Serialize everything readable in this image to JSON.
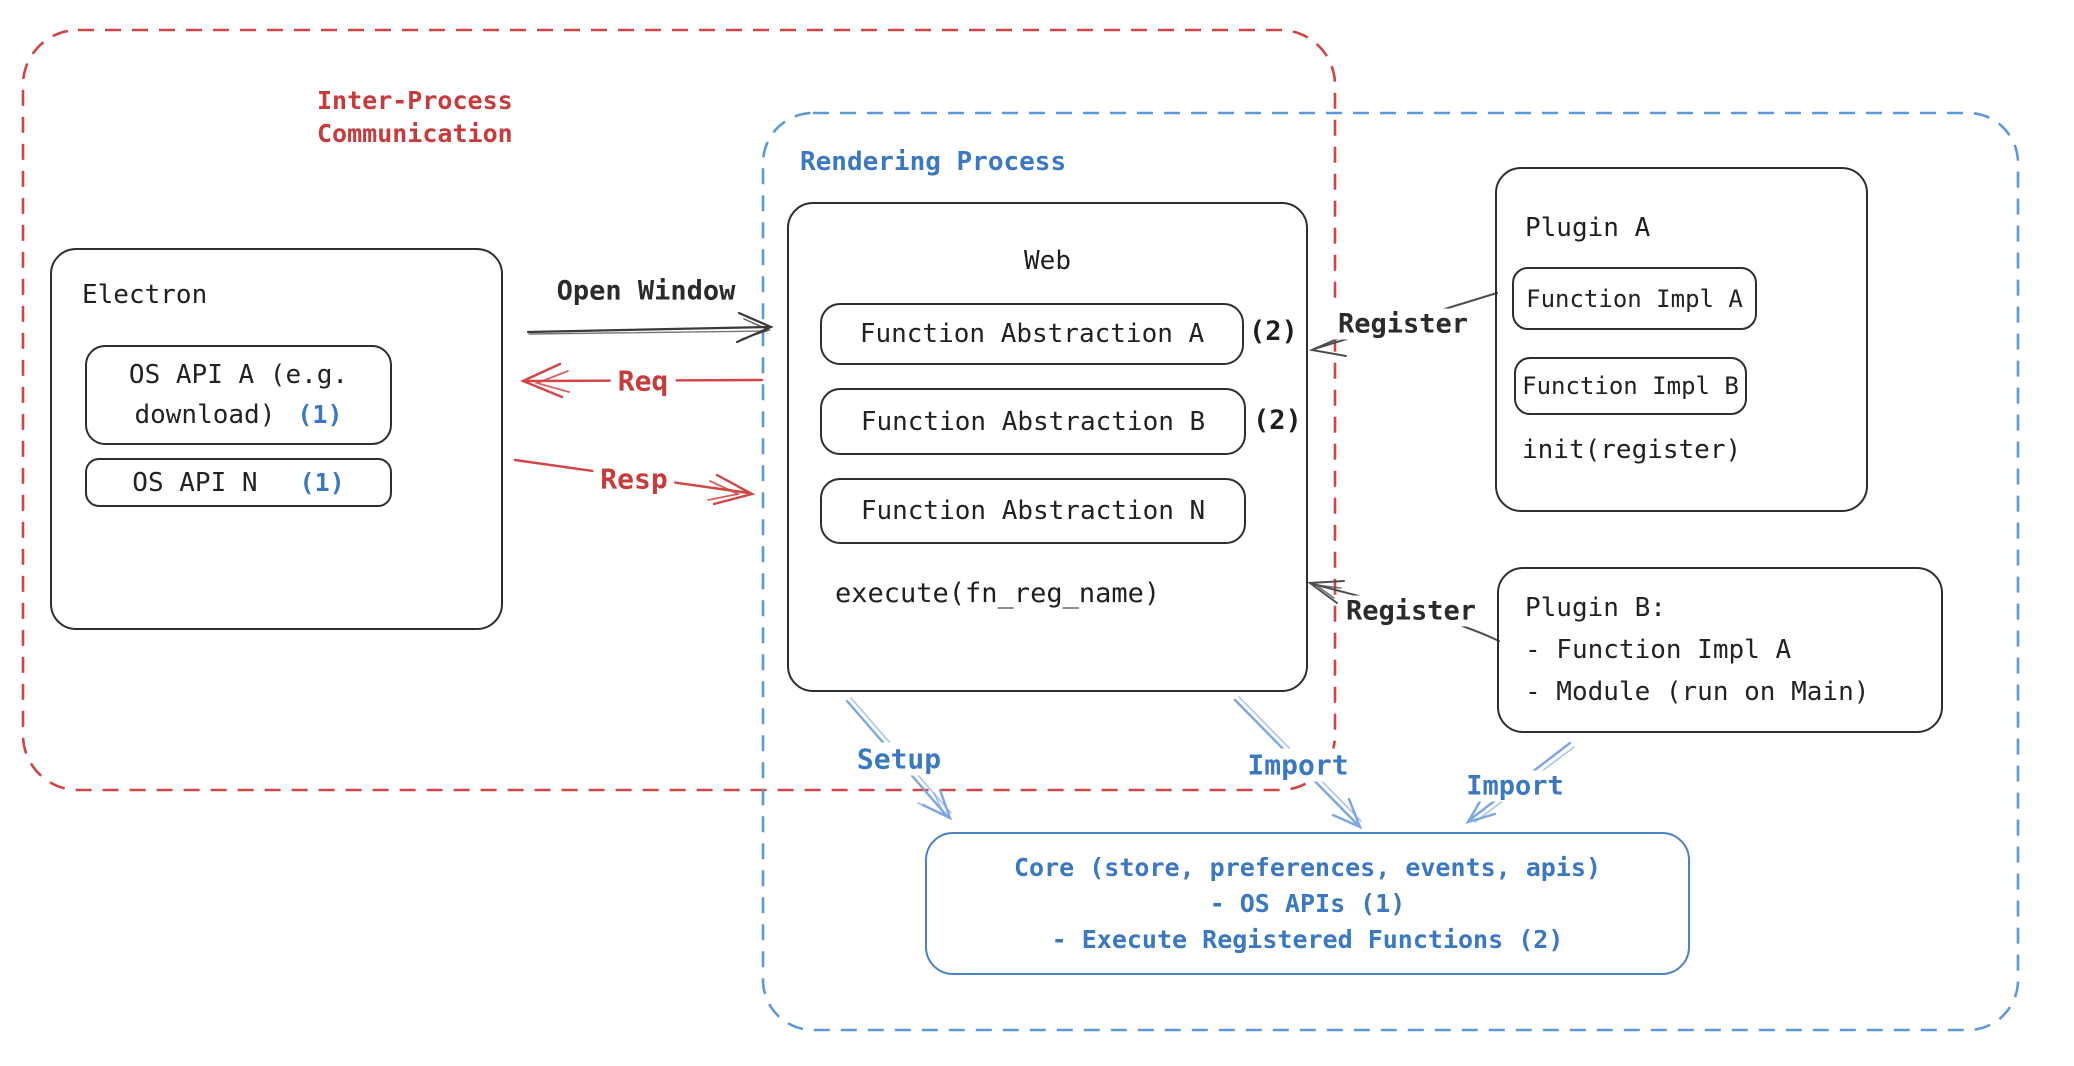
{
  "groups": {
    "ipc": {
      "label_line1": "Inter-Process",
      "label_line2": "Communication"
    },
    "rendering": {
      "label": "Rendering Process"
    }
  },
  "electron": {
    "title": "Electron",
    "api_a": {
      "line1": "OS API A (e.g.",
      "line2": "download)",
      "badge": "(1)"
    },
    "api_n": {
      "label": "OS API N",
      "badge": "(1)"
    }
  },
  "web": {
    "title": "Web",
    "fn_a": {
      "label": "Function Abstraction A",
      "badge": "(2)"
    },
    "fn_b": {
      "label": "Function Abstraction B",
      "badge": "(2)"
    },
    "fn_n": {
      "label": "Function Abstraction N"
    },
    "execute": "execute(fn_reg_name)"
  },
  "plugin_a": {
    "title": "Plugin A",
    "impl_a": "Function Impl A",
    "impl_b": "Function Impl B",
    "init": "init(register)"
  },
  "plugin_b": {
    "line1": "Plugin B:",
    "line2": "- Function Impl A",
    "line3": "- Module (run on Main)"
  },
  "core": {
    "line1": "Core (store, preferences, events, apis)",
    "line2": "- OS APIs (1)",
    "line3": "- Execute Registered Functions (2)"
  },
  "arrows": {
    "open_window": "Open Window",
    "req": "Req",
    "resp": "Resp",
    "register_plugin_a": "Register",
    "register_plugin_b": "Register",
    "setup": "Setup",
    "import_web": "Import",
    "import_plugin_b": "Import"
  },
  "colors": {
    "red": "#d34444",
    "blue": "#3a78c2",
    "light_blue": "#7ba6e0",
    "dashed_blue": "#5d99da",
    "black": "#2e2e2e"
  }
}
